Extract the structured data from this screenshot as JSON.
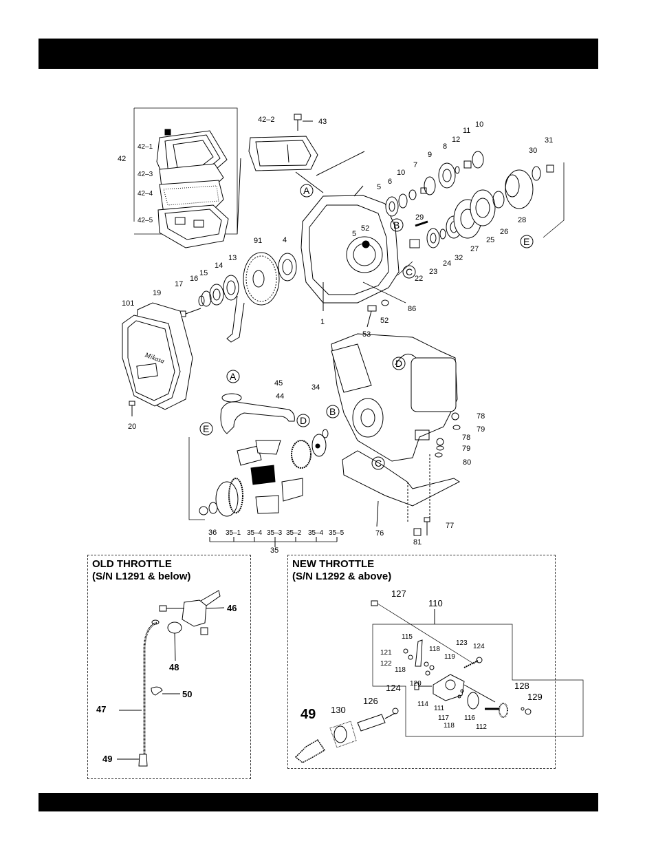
{
  "header": {
    "title": ""
  },
  "footer": {
    "text": ""
  },
  "old_throttle": {
    "line1": "OLD THROTTLE",
    "line2": "(S/N L1291 & below)"
  },
  "new_throttle": {
    "line1": "NEW THROTTLE",
    "line2": "(S/N L1292 & above)"
  },
  "callouts": {
    "p42": "42",
    "p42_1": "42–1",
    "p42_2": "42–2",
    "p42_3": "42–3",
    "p42_4": "42–4",
    "p42_5": "42–5",
    "p43": "43",
    "p1": "1",
    "p4": "4",
    "p5a": "5",
    "p5b": "5",
    "p6": "6",
    "p7": "7",
    "p8": "8",
    "p9": "9",
    "p10a": "10",
    "p10b": "10",
    "p11": "11",
    "p12": "12",
    "p13": "13",
    "p14": "14",
    "p15": "15",
    "p16": "16",
    "p17": "17",
    "p19": "19",
    "p20": "20",
    "p22": "22",
    "p23": "23",
    "p24": "24",
    "p25": "25",
    "p26": "26",
    "p27": "27",
    "p28": "28",
    "p29": "29",
    "p30": "30",
    "p31": "31",
    "p32": "32",
    "p34": "34",
    "p35": "35",
    "p35_1": "35–1",
    "p35_2": "35–2",
    "p35_3": "35–3",
    "p35_4a": "35–4",
    "p35_4b": "35–4",
    "p35_5": "35–5",
    "p36": "36",
    "p44": "44",
    "p45": "45",
    "p52a": "52",
    "p52b": "52",
    "p53": "53",
    "p76": "76",
    "p77": "77",
    "p78a": "78",
    "p78b": "78",
    "p79a": "79",
    "p79b": "79",
    "p80": "80",
    "p81": "81",
    "p86": "86",
    "p91": "91",
    "p101": "101",
    "p46": "46",
    "p47": "47",
    "p48": "48",
    "p49a": "49",
    "p50": "50",
    "p127": "127",
    "p110": "110",
    "p115": "115",
    "p118a": "118",
    "p118b": "118",
    "p118c": "118",
    "p119": "119",
    "p121": "121",
    "p122": "122",
    "p123": "123",
    "p124a": "124",
    "p124b": "124",
    "p120": "120",
    "p114": "114",
    "p111": "111",
    "p117": "117",
    "p116": "116",
    "p112": "112",
    "p128": "128",
    "p129": "129",
    "p126": "126",
    "p130": "130",
    "p49b": "49"
  },
  "letters": {
    "A1": "A",
    "A2": "A",
    "B1": "B",
    "B2": "B",
    "C1": "C",
    "C2": "C",
    "D1": "D",
    "D2": "D",
    "E1": "E",
    "E2": "E"
  }
}
